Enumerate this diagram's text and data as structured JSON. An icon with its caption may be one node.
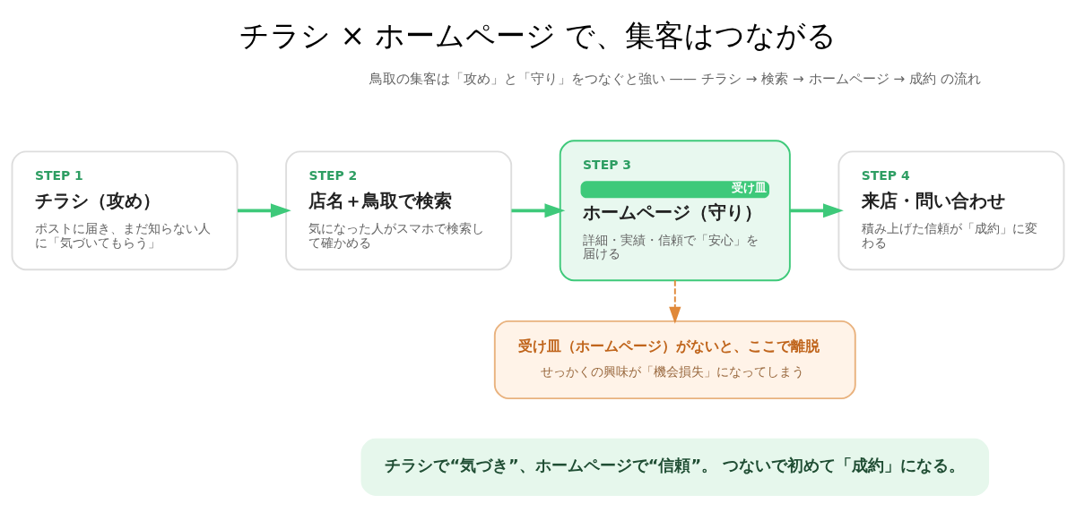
{
  "diagram": {
    "title": "チラシ × ホームページ で、集客はつながる",
    "nodes": [
      {
        "text": [
          "STEP 1",
          "チラシ（攻め）",
          "ポストに届き、まだ知らない人に「気づいてもらう」"
        ]
      },
      {
        "text": [
          "STEP 2",
          "店名＋鳥取で検索",
          "気になった人がスマホで検索して確かめる"
        ]
      },
      {
        "text": [
          "STEP 3",
          "受け皿",
          "ホームページ（守り）",
          "詳細・実績・信頼で「安心」を届ける"
        ]
      },
      {
        "text": [
          "STEP 4",
          "来店・問い合わせ",
          "積み上げた信頼が「成約」に変わる"
        ]
      },
      {
        "text": [
          "受け皿（ホームページ）がないと、ここで離脱",
          "せっかくの興味が「機会損失」になってしまう"
        ]
      },
      {
        "text": [
          "チラシで“気づき”、ホームページで“信頼”。 つないで初めて「成約」になる。"
        ]
      }
    ],
    "edges": [
      {
        "from": 0,
        "to": 1,
        "arrow": "to"
      },
      {
        "from": 1,
        "to": 2,
        "arrow": "to"
      },
      {
        "from": 2,
        "to": 3,
        "arrow": "to"
      },
      {
        "from": 2,
        "to": 4,
        "arrow": "to",
        "style": "dashed",
        "color": "#e0893a"
      }
    ],
    "labels": [
      "鳥取の集客は「攻め」と「守り」をつなぐと強い —— チラシ → 検索 → ホームページ → 成約 の流れ"
    ]
  }
}
